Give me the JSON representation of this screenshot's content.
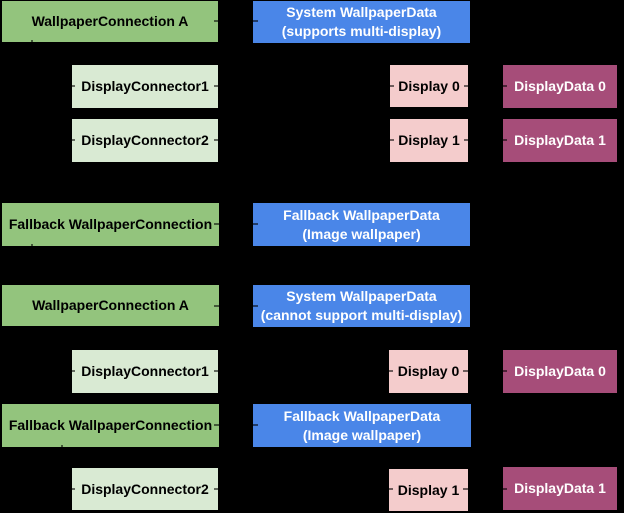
{
  "diagram": {
    "background_color": "#000000",
    "colors": {
      "background_color": "#000000",
      "connection_green": "#93c47d",
      "connector_light_green": "#d9ead3",
      "wallpaper_data_blue": "#4a86e8",
      "display_pink": "#f4cccc",
      "display_data_magenta": "#a64d79",
      "text_on_light": "#000000",
      "text_on_dark": "#ffffff"
    },
    "boxes": [
      {
        "label": "WallpaperConnection A"
      },
      {
        "line1": "System WallpaperData",
        "line2": "(supports multi-display)"
      },
      {
        "label": "DisplayConnector1"
      },
      {
        "label": "Display 0"
      },
      {
        "label": "DisplayData 0"
      },
      {
        "label": "DisplayConnector2"
      },
      {
        "label": "Display 1"
      },
      {
        "label": "DisplayData 1"
      },
      {
        "label": "Fallback WallpaperConnection"
      },
      {
        "line1": "Fallback WallpaperData",
        "line2": "(Image wallpaper)"
      },
      {
        "label": "WallpaperConnection A"
      },
      {
        "line1": "System WallpaperData",
        "line2": "(cannot support multi-display)"
      },
      {
        "label": "DisplayConnector1"
      },
      {
        "label": "Display 0"
      },
      {
        "label": "DisplayData 0"
      },
      {
        "label": "Fallback WallpaperConnection"
      },
      {
        "line1": "Fallback WallpaperData",
        "line2": "(Image wallpaper)"
      },
      {
        "label": "DisplayConnector2"
      },
      {
        "label": "Display 1"
      },
      {
        "label": "DisplayData 1"
      }
    ]
  }
}
